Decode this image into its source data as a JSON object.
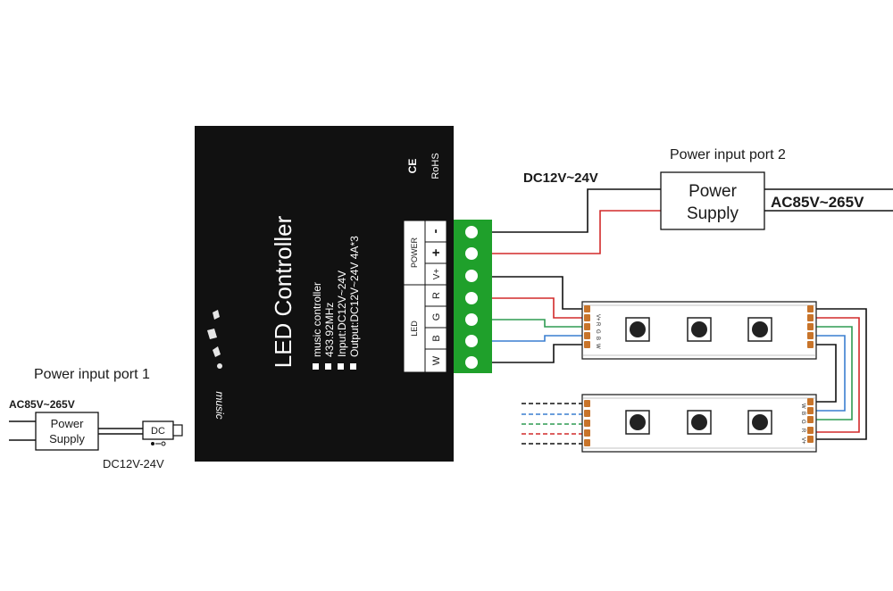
{
  "colors": {
    "controller": "#111111",
    "terminal": "#1fa02b",
    "red_wire": "#d22a2a",
    "green_wire": "#2e9b52",
    "blue_wire": "#3a7fd0",
    "strip_pad": "#c8742a"
  },
  "controller": {
    "title": "LED Controller",
    "features": [
      "music controller",
      "433.92MHz",
      "Input:DC12V~24V",
      "Output:DC12V~24V  4A*3"
    ],
    "ce_mark": "CE",
    "rohs_mark": "RoHS",
    "power_header": "POWER",
    "led_header": "LED",
    "power_pins": [
      "V+",
      "+",
      "-"
    ],
    "led_pins": [
      "W",
      "B",
      "G",
      "R"
    ],
    "brand": "music"
  },
  "left_side": {
    "port_label": "Power input port 1",
    "ac_label": "AC85V~265V",
    "supply_line1": "Power",
    "supply_line2": "Supply",
    "dc_jack_label": "DC",
    "dc_label": "DC12V-24V"
  },
  "right_side": {
    "port_label": "Power input port 2",
    "dc_label": "DC12V~24V",
    "supply_line1": "Power",
    "supply_line2": "Supply",
    "ac_label": "AC85V~265V"
  },
  "strip_pin_labels": [
    "V+",
    "R",
    "G",
    "B",
    "W"
  ]
}
